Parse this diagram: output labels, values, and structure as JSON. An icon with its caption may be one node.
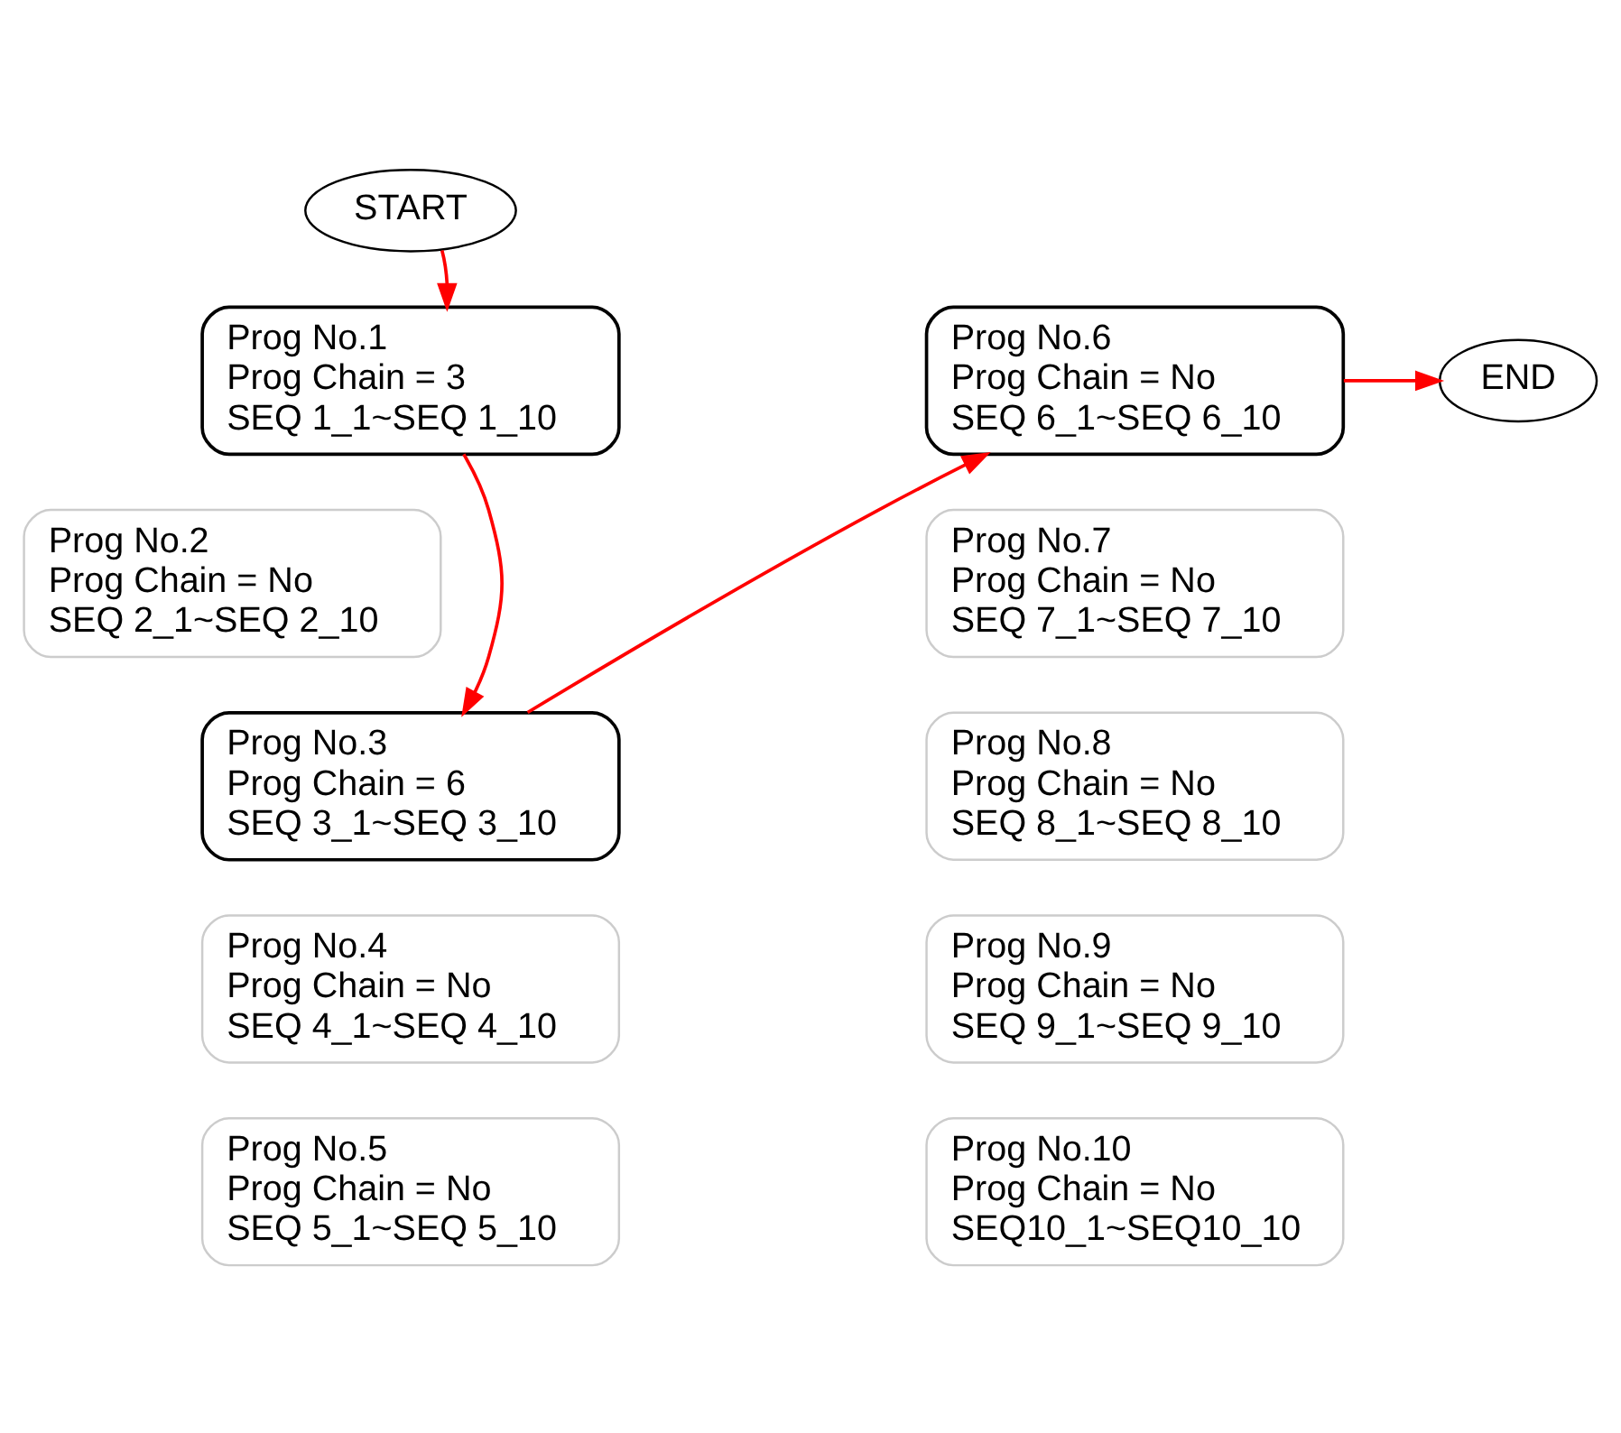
{
  "diagram": {
    "nodes": [
      {
        "text": [
          "START"
        ]
      },
      {
        "text": [
          "Prog No.1",
          "Prog Chain = 3",
          "SEQ 1_1~SEQ 1_10"
        ]
      },
      {
        "text": [
          "Prog No.2",
          "Prog Chain = No",
          "SEQ 2_1~SEQ 2_10"
        ]
      },
      {
        "text": [
          "Prog No.3",
          "Prog Chain = 6",
          "SEQ 3_1~SEQ 3_10"
        ]
      },
      {
        "text": [
          "Prog No.4",
          "Prog Chain = No",
          "SEQ 4_1~SEQ 4_10"
        ]
      },
      {
        "text": [
          "Prog No.5",
          "Prog Chain = No",
          "SEQ 5_1~SEQ 5_10"
        ]
      },
      {
        "text": [
          "Prog No.6",
          "Prog Chain = No",
          "SEQ 6_1~SEQ 6_10"
        ]
      },
      {
        "text": [
          "Prog No.7",
          "Prog Chain = No",
          "SEQ 7_1~SEQ 7_10"
        ]
      },
      {
        "text": [
          "Prog No.8",
          "Prog Chain = No",
          "SEQ 8_1~SEQ 8_10"
        ]
      },
      {
        "text": [
          "Prog No.9",
          "Prog Chain = No",
          "SEQ 9_1~SEQ 9_10"
        ]
      },
      {
        "text": [
          "Prog No.10",
          "Prog Chain = No",
          "SEQ10_1~SEQ10_10"
        ]
      },
      {
        "text": [
          "END"
        ]
      }
    ],
    "edges": [
      {
        "from": 0,
        "to": 1,
        "arrow": "to"
      },
      {
        "from": 1,
        "to": 3,
        "arrow": "to"
      },
      {
        "from": 3,
        "to": 6,
        "arrow": "to"
      },
      {
        "from": 6,
        "to": 11,
        "arrow": "to"
      }
    ]
  }
}
